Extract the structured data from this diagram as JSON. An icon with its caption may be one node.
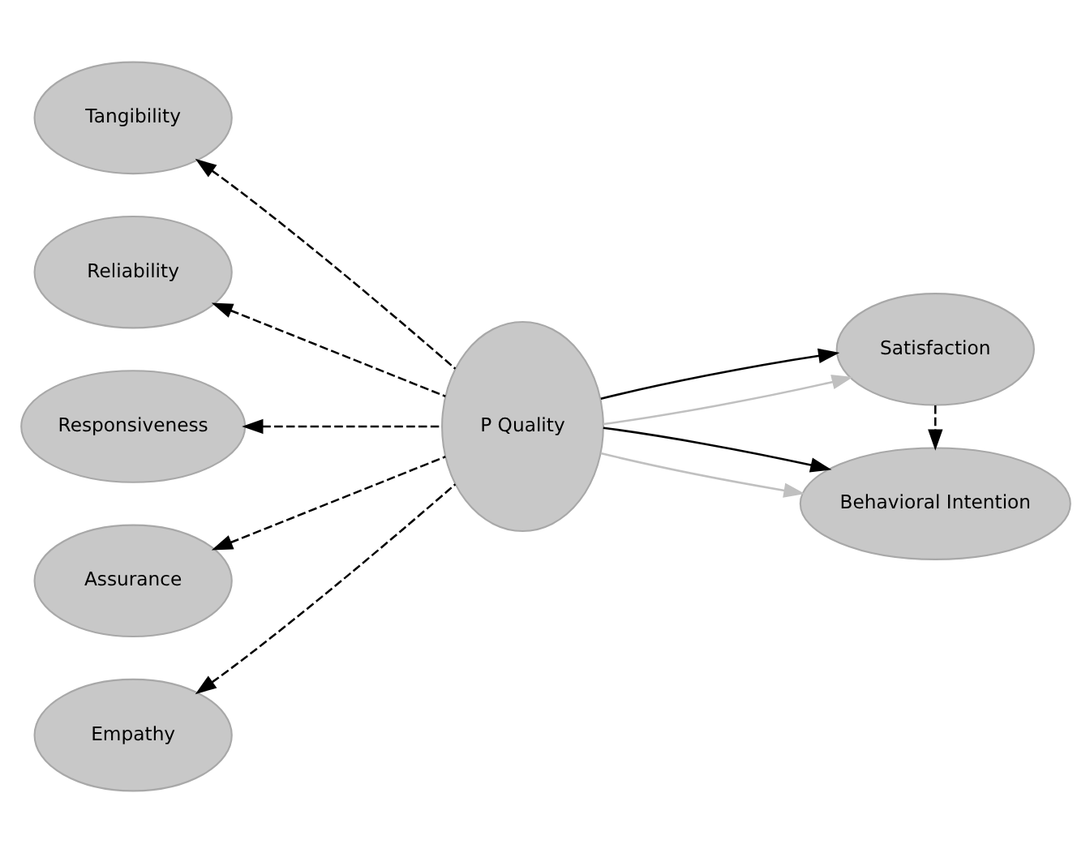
{
  "diagram": {
    "nodes": [
      {
        "text": [
          "Tangibility"
        ]
      },
      {
        "text": [
          "Reliability"
        ]
      },
      {
        "text": [
          "Responsiveness"
        ]
      },
      {
        "text": [
          "Assurance"
        ]
      },
      {
        "text": [
          "Empathy"
        ]
      },
      {
        "text": [
          "P Quality"
        ]
      },
      {
        "text": [
          "Satisfaction"
        ]
      },
      {
        "text": [
          "Behavioral Intention"
        ]
      }
    ],
    "edges": [
      {
        "from": 5,
        "to": 0,
        "arrow": "to",
        "style": "dashed"
      },
      {
        "from": 5,
        "to": 1,
        "arrow": "to",
        "style": "dashed"
      },
      {
        "from": 5,
        "to": 2,
        "arrow": "to",
        "style": "dashed"
      },
      {
        "from": 5,
        "to": 3,
        "arrow": "to",
        "style": "dashed"
      },
      {
        "from": 5,
        "to": 4,
        "arrow": "to",
        "style": "dashed"
      },
      {
        "from": 5,
        "to": 6,
        "arrow": "to",
        "color": "#c0c0c0"
      },
      {
        "from": 5,
        "to": 6,
        "arrow": "to"
      },
      {
        "from": 5,
        "to": 7,
        "arrow": "to",
        "color": "#c0c0c0"
      },
      {
        "from": 5,
        "to": 7,
        "arrow": "to"
      },
      {
        "from": 6,
        "to": 7,
        "arrow": "to",
        "style": "dashed"
      }
    ]
  }
}
